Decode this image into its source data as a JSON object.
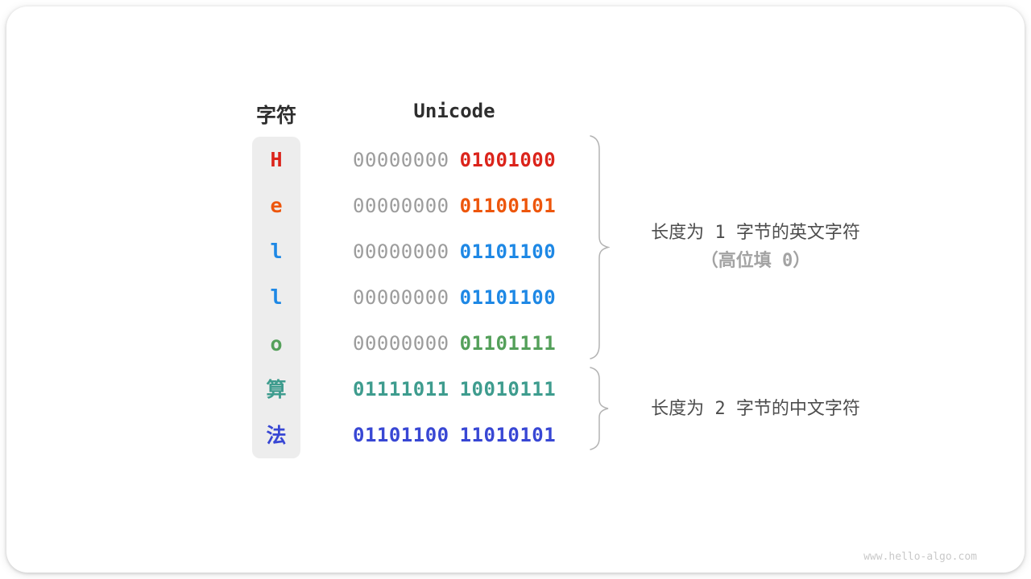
{
  "header": {
    "char_col": "字符",
    "unicode_col": "Unicode"
  },
  "table": {
    "rows": [
      {
        "char": "H",
        "char_color": "#db241b",
        "byte1": "00000000",
        "byte1_color": "#9c9c9c",
        "byte1_bold": false,
        "byte2": "01001000",
        "byte2_color": "#db241b"
      },
      {
        "char": "e",
        "char_color": "#ed560c",
        "byte1": "00000000",
        "byte1_color": "#9c9c9c",
        "byte1_bold": false,
        "byte2": "01100101",
        "byte2_color": "#ed560c"
      },
      {
        "char": "l",
        "char_color": "#1e88e5",
        "byte1": "00000000",
        "byte1_color": "#9c9c9c",
        "byte1_bold": false,
        "byte2": "01101100",
        "byte2_color": "#1e88e5"
      },
      {
        "char": "l",
        "char_color": "#1e88e5",
        "byte1": "00000000",
        "byte1_color": "#9c9c9c",
        "byte1_bold": false,
        "byte2": "01101100",
        "byte2_color": "#1e88e5"
      },
      {
        "char": "o",
        "char_color": "#54a05a",
        "byte1": "00000000",
        "byte1_color": "#9c9c9c",
        "byte1_bold": false,
        "byte2": "01101111",
        "byte2_color": "#54a05a"
      },
      {
        "char": "算",
        "char_color": "#3e9c8e",
        "byte1": "01111011",
        "byte1_color": "#3e9c8e",
        "byte1_bold": true,
        "byte2": "10010111",
        "byte2_color": "#3e9c8e"
      },
      {
        "char": "法",
        "char_color": "#3847d4",
        "byte1": "01101100",
        "byte1_color": "#3847d4",
        "byte1_bold": true,
        "byte2": "11010101",
        "byte2_color": "#3847d4"
      }
    ]
  },
  "annotations": {
    "english": {
      "line1": "长度为 1 字节的英文字符",
      "line2": "（高位填 0）"
    },
    "chinese": {
      "line1": "长度为 2 字节的中文字符"
    }
  },
  "colors": {
    "gray_bits": "#9c9c9c",
    "column_bg": "#EDEDED",
    "brace": "#b3b3b3",
    "annotation_text": "#4d4d4d",
    "annotation_sub": "#a3a3a3"
  },
  "watermark": "www.hello-algo.com"
}
